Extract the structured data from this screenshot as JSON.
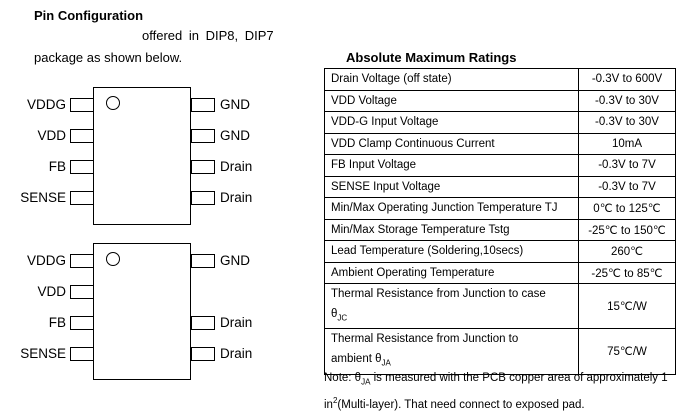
{
  "pin_config": {
    "title": "Pin Configuration",
    "desc_line1": "offered in DIP8, DIP7",
    "desc_line2": "package as shown below."
  },
  "chip1": {
    "left_pins": [
      "VDDG",
      "VDD",
      "FB",
      "SENSE"
    ],
    "right_pins": [
      "GND",
      "GND",
      "Drain",
      "Drain"
    ]
  },
  "chip2": {
    "left_pins": [
      "VDDG",
      "VDD",
      "FB",
      "SENSE"
    ],
    "right_pins": [
      "GND",
      "",
      "Drain",
      "Drain"
    ]
  },
  "ratings": {
    "title": "Absolute Maximum Ratings",
    "rows": [
      {
        "param": "Drain Voltage (off state)",
        "value": "-0.3V to 600V"
      },
      {
        "param": "VDD Voltage",
        "value": "-0.3V to 30V"
      },
      {
        "param": "VDD-G Input Voltage",
        "value": "-0.3V to 30V"
      },
      {
        "param": "VDD Clamp Continuous Current",
        "value": "10mA"
      },
      {
        "param": "FB Input Voltage",
        "value": "-0.3V to 7V"
      },
      {
        "param": "SENSE Input Voltage",
        "value": "-0.3V to 7V"
      },
      {
        "param": "Min/Max Operating Junction Temperature TJ",
        "value": "0℃ to 125℃"
      },
      {
        "param": "Min/Max Storage Temperature Tstg",
        "value": "-25℃ to 150℃"
      },
      {
        "param": "Lead Temperature (Soldering,10secs)",
        "value": "260℃"
      },
      {
        "param": "Ambient Operating Temperature",
        "value": "-25℃ to 85℃"
      }
    ],
    "thermal_jc": {
      "line1": "Thermal Resistance from Junction to case",
      "sym": "θ",
      "sub": "JC",
      "value": "15℃/W"
    },
    "thermal_ja": {
      "line1": "Thermal Resistance from Junction to",
      "line2": "ambient θ",
      "sub": "JA",
      "value": "75℃/W"
    }
  },
  "note": {
    "part1": "Note: θ",
    "sub": "JA",
    "part2": " is measured with the PCB copper area of approximately 1",
    "line2a": "in",
    "sup": "2",
    "line2b": "(Multi-layer). That need connect to exposed pad."
  }
}
